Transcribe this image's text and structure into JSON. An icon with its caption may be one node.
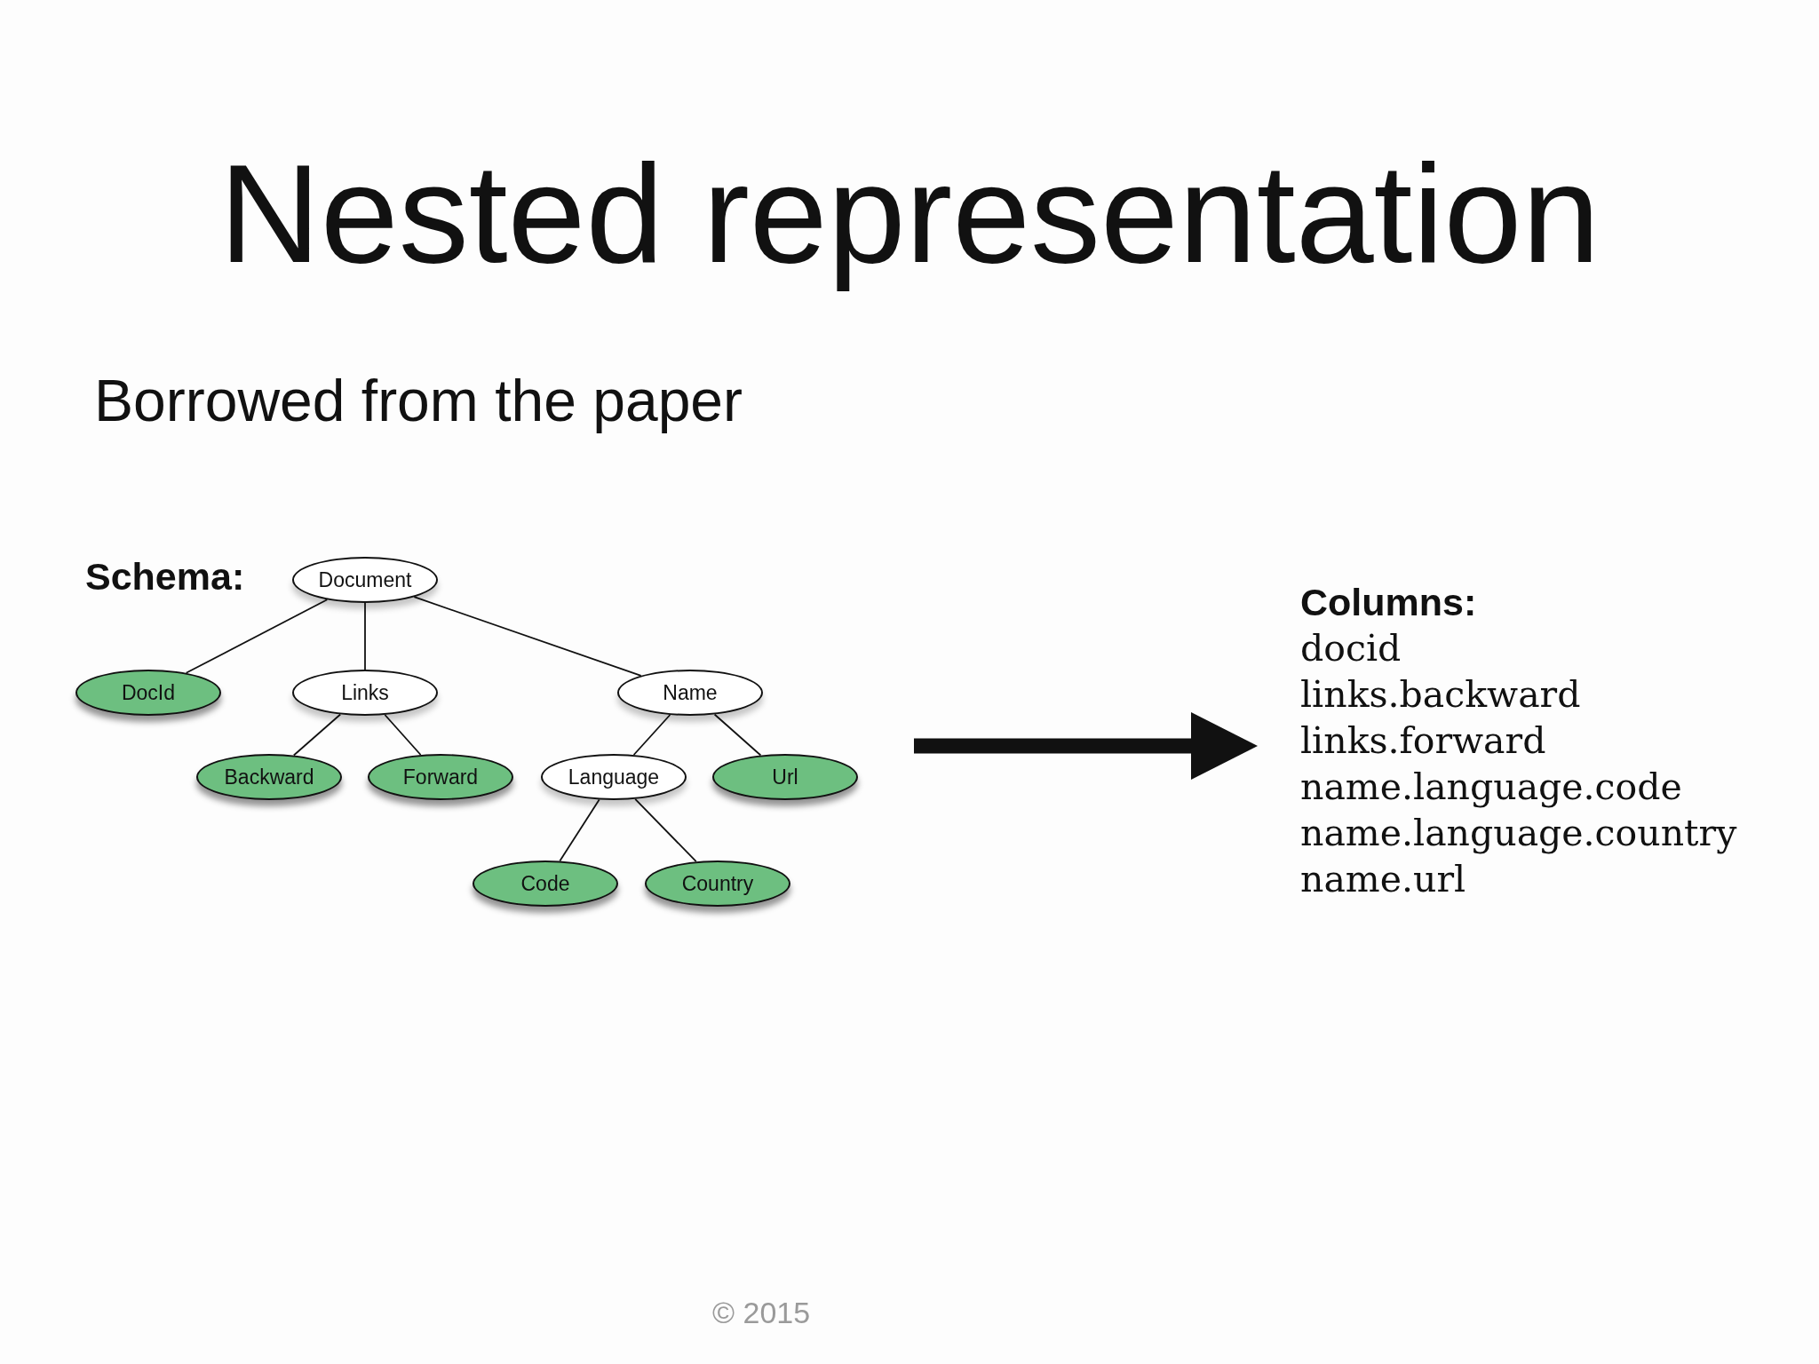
{
  "diagram": {
    "title": "Nested representation",
    "nodes": [
      {
        "text": [
          "Document"
        ]
      },
      {
        "text": [
          "DocId"
        ]
      },
      {
        "text": [
          "Links"
        ]
      },
      {
        "text": [
          "Name"
        ]
      },
      {
        "text": [
          "Backward"
        ]
      },
      {
        "text": [
          "Forward"
        ]
      },
      {
        "text": [
          "Language"
        ]
      },
      {
        "text": [
          "Url"
        ]
      },
      {
        "text": [
          "Code"
        ]
      },
      {
        "text": [
          "Country"
        ]
      },
      {
        "text": [
          "Columns:",
          "docid",
          "links.backward",
          "links.forward",
          "name.language.code",
          "name.language.country",
          "name.url"
        ]
      }
    ],
    "edges": [
      {
        "from": 0,
        "to": 1,
        "arrow": "none"
      },
      {
        "from": 0,
        "to": 2,
        "arrow": "none"
      },
      {
        "from": 0,
        "to": 3,
        "arrow": "none"
      },
      {
        "from": 2,
        "to": 4,
        "arrow": "none"
      },
      {
        "from": 2,
        "to": 5,
        "arrow": "none"
      },
      {
        "from": 3,
        "to": 6,
        "arrow": "none"
      },
      {
        "from": 3,
        "to": 7,
        "arrow": "none"
      },
      {
        "from": 6,
        "to": 8,
        "arrow": "none"
      },
      {
        "from": 6,
        "to": 9,
        "arrow": "none"
      },
      {
        "from": null,
        "to": 10,
        "arrow": "to",
        "style": "thick"
      }
    ],
    "labels": [
      "Borrowed from the paper",
      "Schema:",
      "© 2015"
    ]
  }
}
